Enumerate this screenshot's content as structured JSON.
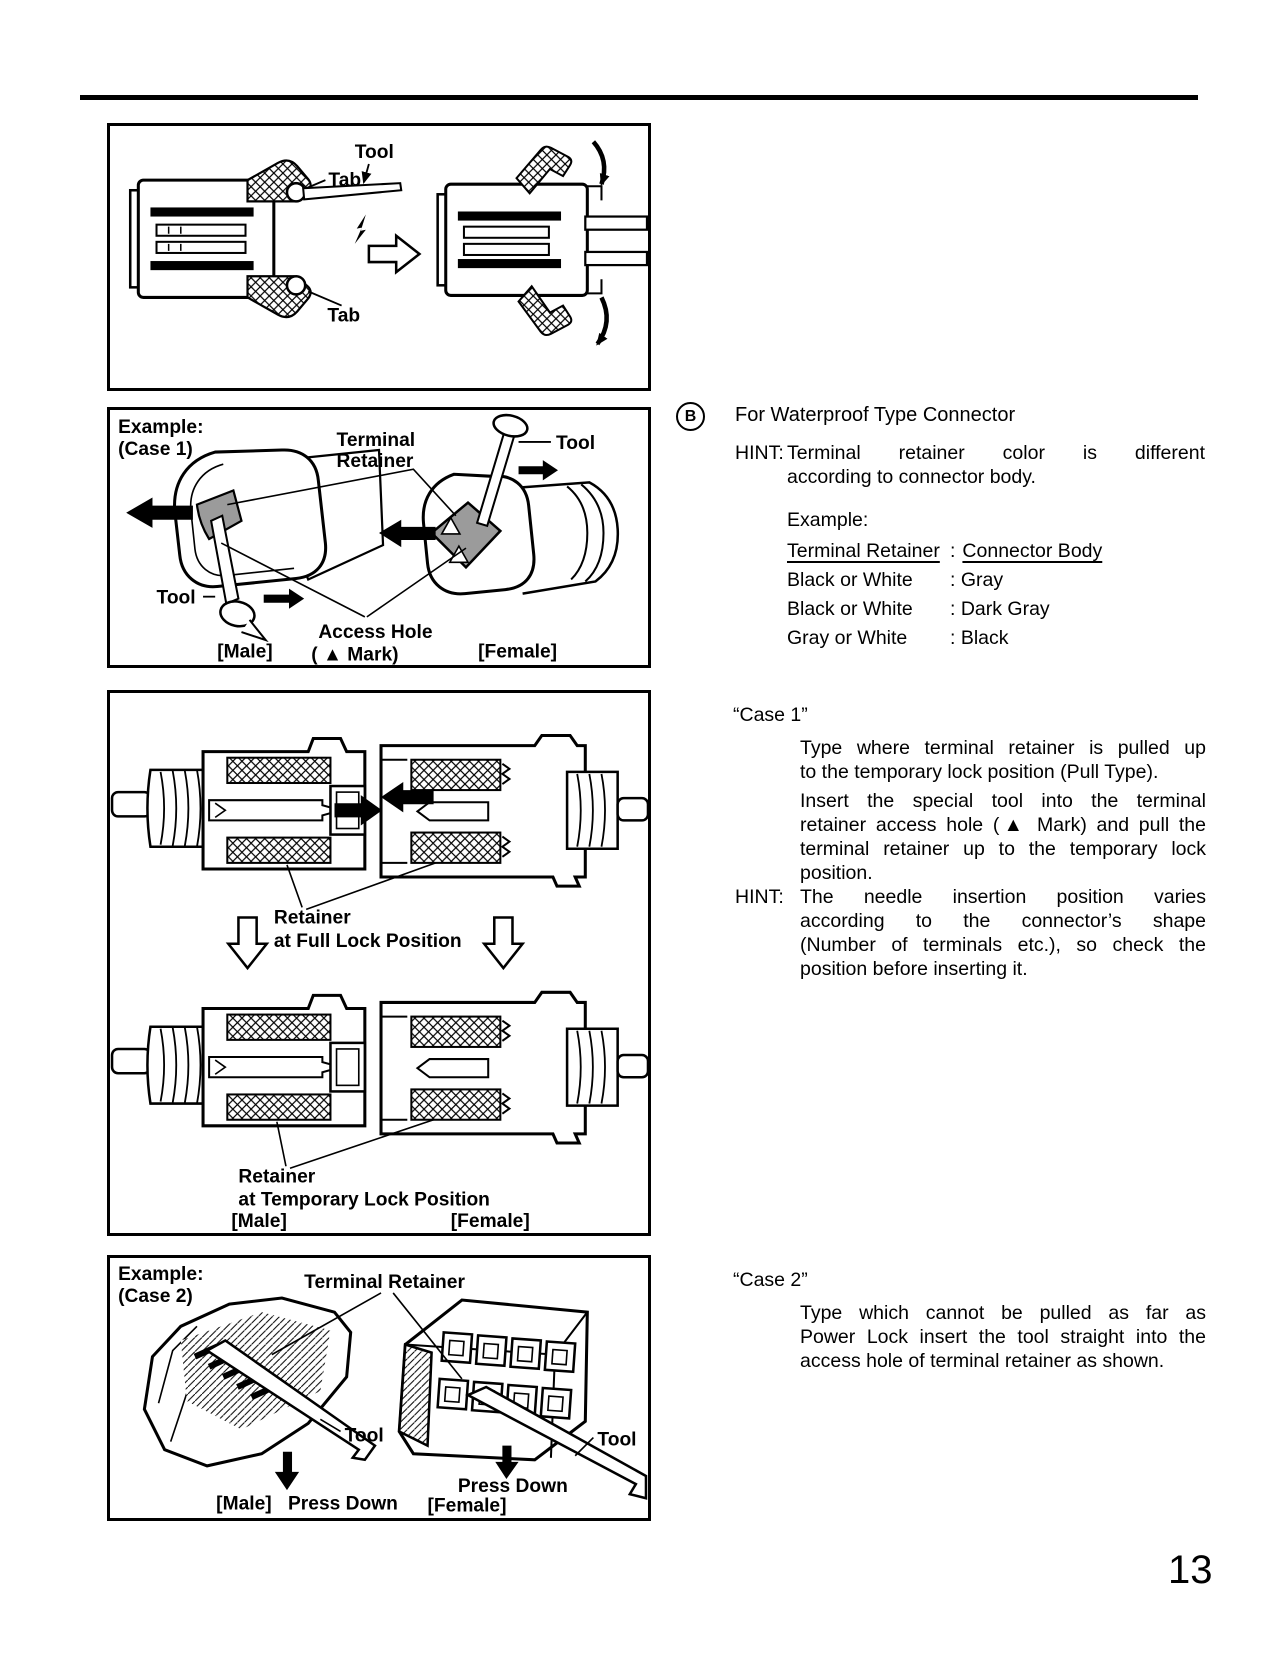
{
  "page": {
    "number": "13"
  },
  "text_column": {
    "marker": "B",
    "title": "For Waterproof Type Connector",
    "hint1_label": "HINT:",
    "hint1_lines": [
      "Terminal retainer color is different",
      "according to connector body."
    ],
    "example_label": "Example:",
    "table": {
      "header_left": "Terminal Retainer",
      "header_sep": ":",
      "header_right": "Connector Body",
      "rows": [
        {
          "retainer": "Black or White",
          "body": ": Gray"
        },
        {
          "retainer": "Black or White",
          "body": ": Dark Gray"
        },
        {
          "retainer": "Gray or White",
          "body": ": Black"
        }
      ]
    },
    "case1_title": "“Case 1”",
    "case1_para1_lines": [
      "Type where terminal retainer is pulled up",
      "to the temporary lock position (Pull Type)."
    ],
    "case1_para2_lines": [
      "Insert the special tool into the terminal",
      "retainer access hole (▲ Mark) and pull the",
      "terminal retainer up to the temporary lock",
      "position."
    ],
    "hint2_label": "HINT:",
    "hint2_lines": [
      "The needle insertion position varies",
      "according to the connector’s shape",
      "(Number of terminals etc.), so check the",
      "position before inserting it."
    ],
    "case2_title": "“Case 2”",
    "case2_para_lines": [
      "Type which cannot be pulled as far as",
      "Power Lock insert the tool straight into the",
      "access hole of terminal retainer as shown."
    ]
  },
  "fig1": {
    "tool_label": "Tool",
    "tab_top_label": "Tab",
    "tab_bottom_label": "Tab"
  },
  "fig2": {
    "example_line1": "Example:",
    "example_line2": "(Case 1)",
    "retainer_line1": "Terminal",
    "retainer_line2": "Retainer",
    "tool_right_label": "Tool",
    "tool_left_label": "Tool",
    "access_line1": "Access Hole",
    "access_line2": "( ▲ Mark)",
    "male_label": "[Male]",
    "female_label": "[Female]"
  },
  "fig3": {
    "full_line1": "Retainer",
    "full_line2": "at Full Lock Position",
    "temp_line1": "Retainer",
    "temp_line2": "at Temporary Lock Position",
    "male_label": "[Male]",
    "female_label": "[Female]"
  },
  "fig4": {
    "example_line1": "Example:",
    "example_line2": "(Case 2)",
    "retainer_label": "Terminal Retainer",
    "tool_left_label": "Tool",
    "tool_right_label": "Tool",
    "press_left_label": "Press Down",
    "press_right_label": "Press Down",
    "male_label": "[Male]",
    "female_label": "[Female]"
  }
}
